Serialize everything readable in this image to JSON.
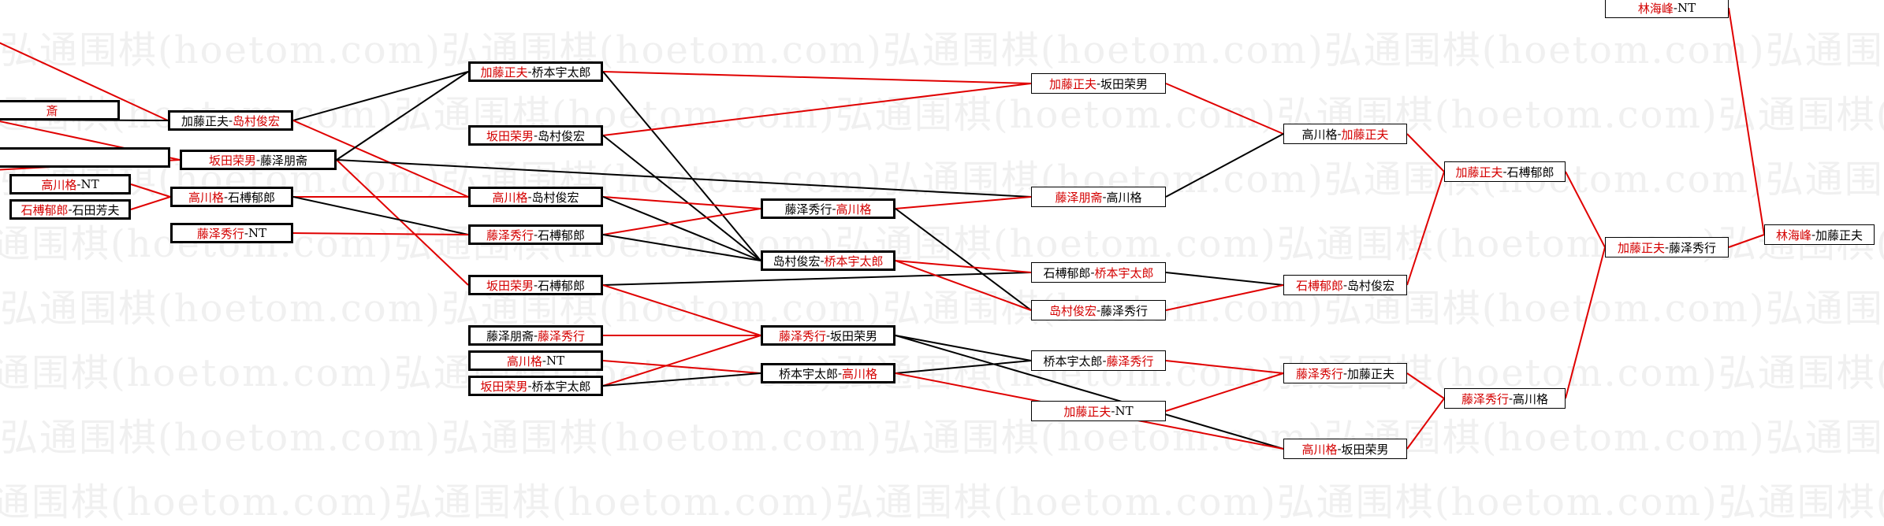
{
  "colors": {
    "winner": "#d40000",
    "loss_line": "#000000",
    "win_line": "#e00000",
    "watermark": "#969696"
  },
  "watermark": "弘通围棋(hoetom.com)弘通围棋(hoetom.com)弘通围棋(hoetom.com)弘通围棋(hoetom.com)弘通围棋(hoetom.com)",
  "matches": [
    {
      "id": "m1",
      "a": "",
      "b": "斎",
      "winner": "b"
    },
    {
      "id": "m2",
      "a": "",
      "b": "",
      "winner": "none"
    },
    {
      "id": "r1a",
      "a": "加藤正夫",
      "b": "岛村俊宏",
      "winner": "b"
    },
    {
      "id": "r1b",
      "a": "坂田荣男",
      "b": "藤泽朋斋",
      "winner": "a"
    },
    {
      "id": "r1c",
      "a": "高川格",
      "b": "NT",
      "winner": "a"
    },
    {
      "id": "r1d",
      "a": "石榑郁郎",
      "b": "石田芳夫",
      "winner": "a"
    },
    {
      "id": "r1e",
      "a": "高川格",
      "b": "石榑郁郎",
      "winner": "a"
    },
    {
      "id": "r1f",
      "a": "藤泽秀行",
      "b": "NT",
      "winner": "a"
    },
    {
      "id": "r2a",
      "a": "加藤正夫",
      "b": "桥本宇太郎",
      "winner": "a"
    },
    {
      "id": "r2b",
      "a": "坂田荣男",
      "b": "岛村俊宏",
      "winner": "a"
    },
    {
      "id": "r2c",
      "a": "高川格",
      "b": "岛村俊宏",
      "winner": "a"
    },
    {
      "id": "r2d",
      "a": "藤泽秀行",
      "b": "石榑郁郎",
      "winner": "a"
    },
    {
      "id": "r2e",
      "a": "坂田荣男",
      "b": "石榑郁郎",
      "winner": "a"
    },
    {
      "id": "r2f",
      "a": "藤泽朋斋",
      "b": "藤泽秀行",
      "winner": "b"
    },
    {
      "id": "r2g",
      "a": "高川格",
      "b": "NT",
      "winner": "a"
    },
    {
      "id": "r2h",
      "a": "坂田荣男",
      "b": "桥本宇太郎",
      "winner": "a"
    },
    {
      "id": "r3a",
      "a": "藤泽秀行",
      "b": "高川格",
      "winner": "b"
    },
    {
      "id": "r3b",
      "a": "岛村俊宏",
      "b": "桥本宇太郎",
      "winner": "b"
    },
    {
      "id": "r3c",
      "a": "藤泽秀行",
      "b": "坂田荣男",
      "winner": "a"
    },
    {
      "id": "r3d",
      "a": "桥本宇太郎",
      "b": "高川格",
      "winner": "b"
    },
    {
      "id": "r4a",
      "a": "加藤正夫",
      "b": "坂田荣男",
      "winner": "a"
    },
    {
      "id": "r4b",
      "a": "藤泽朋斋",
      "b": "高川格",
      "winner": "a"
    },
    {
      "id": "r4c",
      "a": "石榑郁郎",
      "b": "桥本宇太郎",
      "winner": "b"
    },
    {
      "id": "r4d",
      "a": "岛村俊宏",
      "b": "藤泽秀行",
      "winner": "a"
    },
    {
      "id": "r4e",
      "a": "桥本宇太郎",
      "b": "藤泽秀行",
      "winner": "b"
    },
    {
      "id": "r4f",
      "a": "加藤正夫",
      "b": "NT",
      "winner": "a"
    },
    {
      "id": "r5a",
      "a": "高川格",
      "b": "加藤正夫",
      "winner": "b"
    },
    {
      "id": "r5b",
      "a": "石榑郁郎",
      "b": "岛村俊宏",
      "winner": "a"
    },
    {
      "id": "r5c",
      "a": "藤泽秀行",
      "b": "加藤正夫",
      "winner": "a"
    },
    {
      "id": "r5d",
      "a": "高川格",
      "b": "坂田荣男",
      "winner": "a"
    },
    {
      "id": "r6a",
      "a": "加藤正夫",
      "b": "石榑郁郎",
      "winner": "a"
    },
    {
      "id": "r6b",
      "a": "藤泽秀行",
      "b": "高川格",
      "winner": "a"
    },
    {
      "id": "r7",
      "a": "加藤正夫",
      "b": "藤泽秀行",
      "winner": "a"
    },
    {
      "id": "champ",
      "a": "林海峰",
      "b": "NT",
      "winner": "a"
    },
    {
      "id": "final",
      "a": "林海峰",
      "b": "加藤正夫",
      "winner": "a"
    }
  ]
}
